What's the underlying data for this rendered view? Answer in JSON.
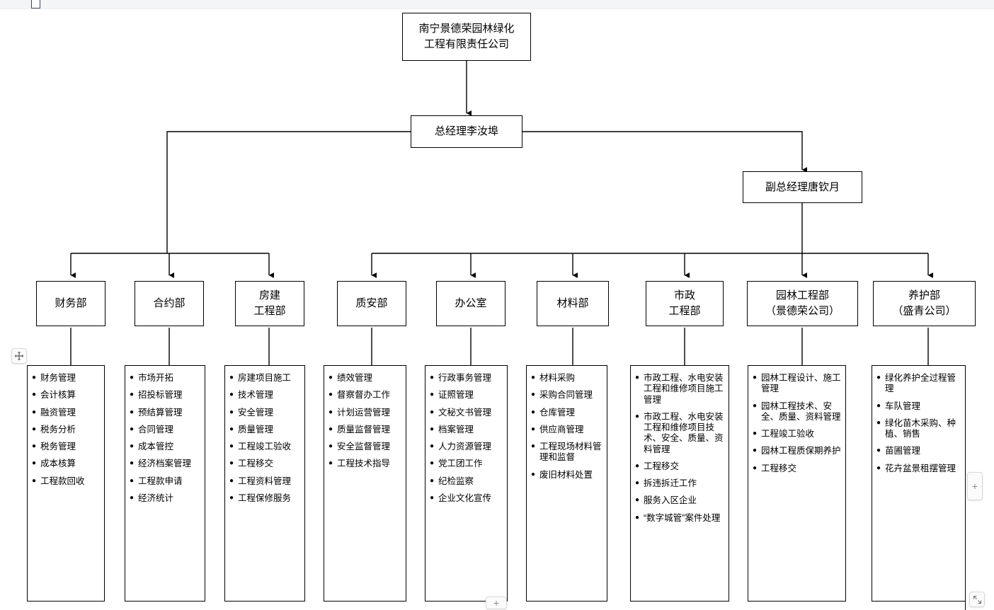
{
  "chrome": {
    "move_handle_icon": "move-arrows-icon",
    "add_right_label": "+",
    "add_bottom_label": "+",
    "resize_handle_icon": "resize-diagonal-icon"
  },
  "org": {
    "company": {
      "lines": [
        "南宁景德荣园林绿化",
        "工程有限责任公司"
      ]
    },
    "general_manager": {
      "lines": [
        "总经理李汝埠"
      ]
    },
    "deputy_manager": {
      "lines": [
        "副总经理唐钦月"
      ]
    },
    "departments": [
      {
        "id": "finance",
        "title_lines": [
          "财务部"
        ],
        "duties": [
          "财务管理",
          "会计核算",
          "融资管理",
          "税务分析",
          "税务管理",
          "成本核算",
          "工程款回收"
        ]
      },
      {
        "id": "contract",
        "title_lines": [
          "合约部"
        ],
        "duties": [
          "市场开拓",
          "招投标管理",
          "预结算管理",
          "合同管理",
          "成本管控",
          "经济档案管理",
          "工程款申请",
          "经济统计"
        ]
      },
      {
        "id": "building-engineering",
        "title_lines": [
          "房建",
          "工程部"
        ],
        "duties": [
          "房建项目施工",
          "技术管理",
          "安全管理",
          "质量管理",
          "工程竣工验收",
          "工程移交",
          "工程资料管理",
          "工程保修服务"
        ]
      },
      {
        "id": "quality-safety",
        "title_lines": [
          "质安部"
        ],
        "duties": [
          "绩效管理",
          "督察督办工作",
          "计划运营管理",
          "质量监督管理",
          "安全监督管理",
          "工程技术指导"
        ]
      },
      {
        "id": "office",
        "title_lines": [
          "办公室"
        ],
        "duties": [
          "行政事务管理",
          "证照管理",
          "文秘文书管理",
          "档案管理",
          "人力资源管理",
          "党工团工作",
          "纪检监察",
          "企业文化宣传"
        ]
      },
      {
        "id": "materials",
        "title_lines": [
          "材料部"
        ],
        "duties": [
          "材料采购",
          "采购合同管理",
          "仓库管理",
          "供应商管理",
          "工程现场材料管理和监督",
          "废旧材料处置"
        ]
      },
      {
        "id": "municipal-engineering",
        "title_lines": [
          "市政",
          "工程部"
        ],
        "duties": [
          "市政工程、水电安装工程和维修项目施工管理",
          "市政工程、水电安装工程和维修项目技术、安全、质量、资料管理",
          "工程移交",
          "拆违拆迁工作",
          "服务入区企业",
          "“数字城管”案件处理"
        ]
      },
      {
        "id": "landscape-engineering",
        "title_lines": [
          "园林工程部",
          "（景德荣公司）"
        ],
        "duties": [
          "园林工程设计、施工管理",
          "园林工程技术、安全、质量、资料管理",
          "工程竣工验收",
          "园林工程质保期养护",
          "工程移交"
        ]
      },
      {
        "id": "maintenance",
        "title_lines": [
          "养护部",
          "（盛青公司）"
        ],
        "duties": [
          "绿化养护全过程管理",
          "车队管理",
          "绿化苗木采购、种植、销售",
          "苗圃管理",
          "花卉盆景租摆管理"
        ]
      }
    ]
  }
}
